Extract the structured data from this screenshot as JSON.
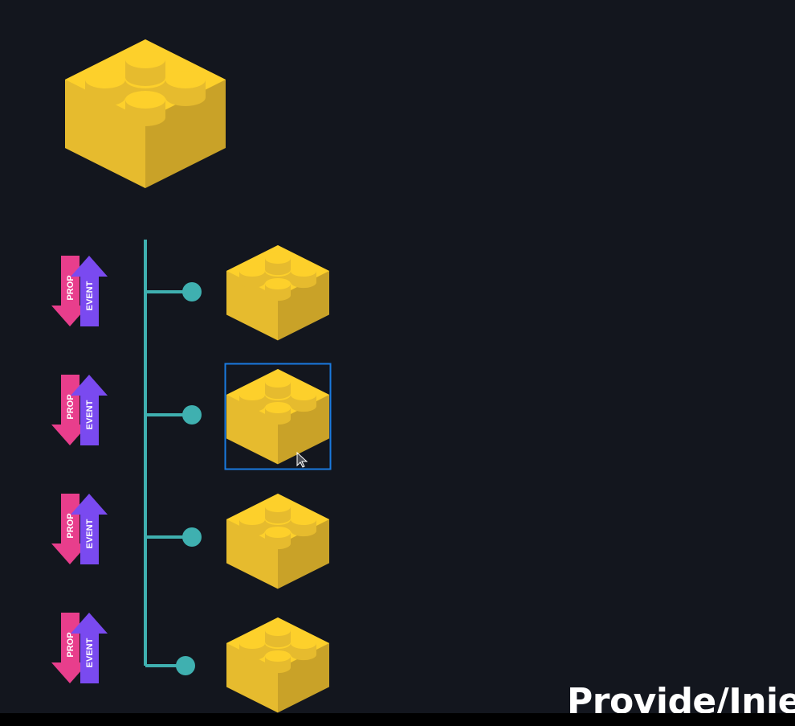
{
  "colors": {
    "background": "#13161e",
    "brick_top": "#fdd02b",
    "brick_left": "#e6bb2e",
    "brick_right": "#c9a228",
    "tree_line": "#3fb0b0",
    "prop_arrow": "#e83e8c",
    "event_arrow": "#7a4af0",
    "selection": "#1a7ae0"
  },
  "icons": {
    "parent": "lego-brick-icon",
    "child": "lego-brick-icon",
    "prop": "down-arrow-icon",
    "event": "up-arrow-icon",
    "cursor": "mouse-pointer-icon"
  },
  "children": [
    {
      "prop_label": "PROP",
      "event_label": "EVENT",
      "selected": false
    },
    {
      "prop_label": "PROP",
      "event_label": "EVENT",
      "selected": true
    },
    {
      "prop_label": "PROP",
      "event_label": "EVENT",
      "selected": false
    },
    {
      "prop_label": "PROP",
      "event_label": "EVENT",
      "selected": false
    }
  ],
  "caption": "Provide/Inie"
}
